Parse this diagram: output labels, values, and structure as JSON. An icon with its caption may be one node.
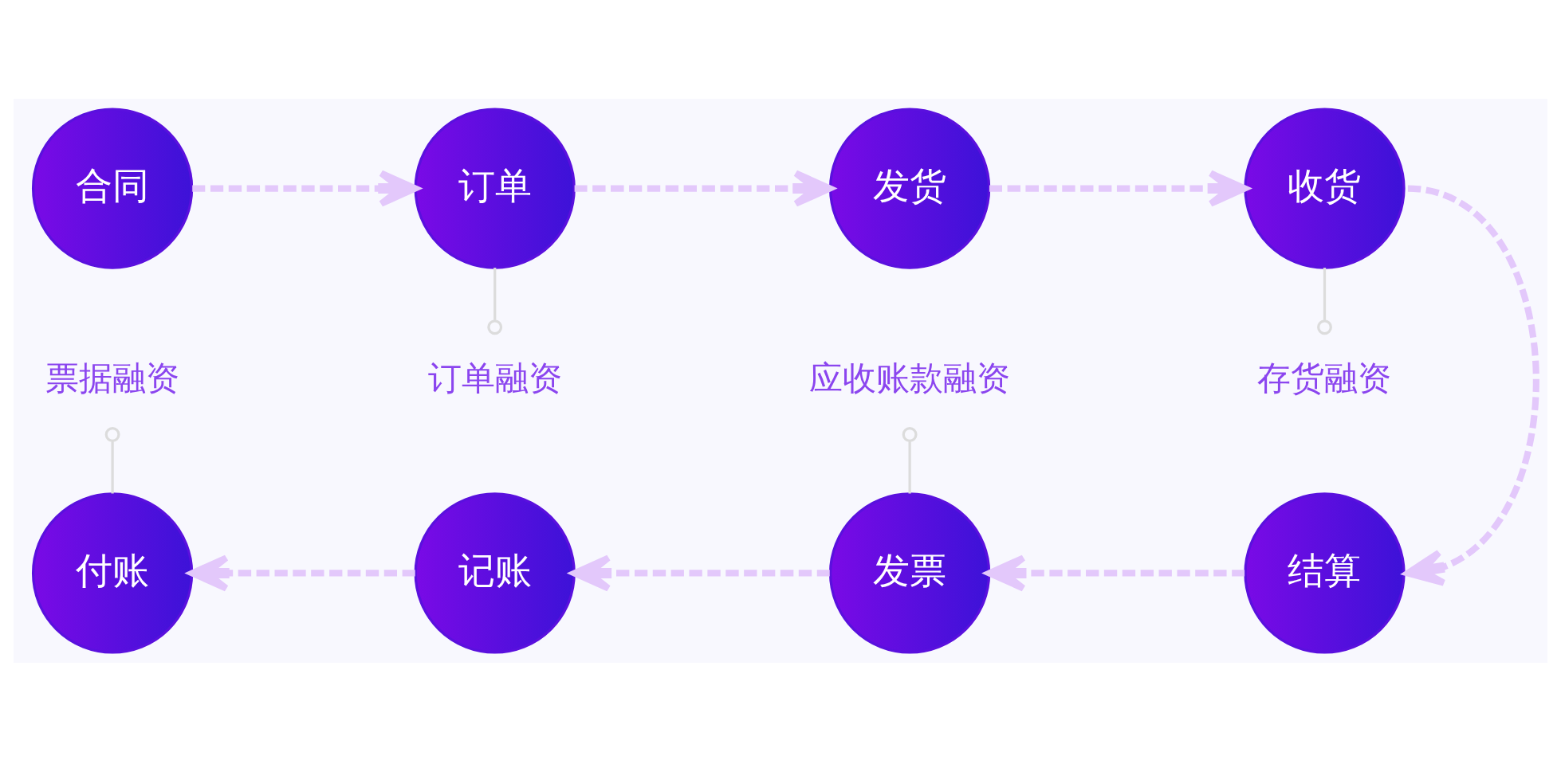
{
  "diagram": {
    "nodes": [
      {
        "text": [
          "合同"
        ]
      },
      {
        "text": [
          "订单"
        ]
      },
      {
        "text": [
          "发货"
        ]
      },
      {
        "text": [
          "收货"
        ]
      },
      {
        "text": [
          "订单融资"
        ]
      },
      {
        "text": [
          "存货融资"
        ]
      },
      {
        "text": [
          "票据融资"
        ]
      },
      {
        "text": [
          "应收账款融资"
        ]
      },
      {
        "text": [
          "付账"
        ]
      },
      {
        "text": [
          "记账"
        ]
      },
      {
        "text": [
          "发票"
        ]
      },
      {
        "text": [
          "结算"
        ]
      }
    ],
    "edges": [
      {
        "from": 0,
        "to": 1,
        "arrow": "to",
        "style": "dashed"
      },
      {
        "from": 1,
        "to": 4,
        "arrow": "other",
        "color": "#dcdcdc"
      },
      {
        "from": 1,
        "to": 2,
        "arrow": "to",
        "style": "dashed"
      },
      {
        "from": 2,
        "to": 3,
        "arrow": "to",
        "style": "dashed"
      },
      {
        "from": 3,
        "to": 5,
        "arrow": "other",
        "color": "#dcdcdc"
      },
      {
        "from": 3,
        "to": 11,
        "arrow": "to",
        "style": "dashed"
      },
      {
        "from": 6,
        "to": 8,
        "arrow": "other",
        "color": "#dcdcdc"
      },
      {
        "from": 7,
        "to": 10,
        "arrow": "other",
        "color": "#dcdcdc"
      },
      {
        "from": 11,
        "to": 10,
        "arrow": "to",
        "style": "dashed"
      },
      {
        "from": 10,
        "to": 9,
        "arrow": "to",
        "style": "dashed"
      },
      {
        "from": 9,
        "to": 8,
        "arrow": "to",
        "style": "dashed"
      }
    ]
  }
}
